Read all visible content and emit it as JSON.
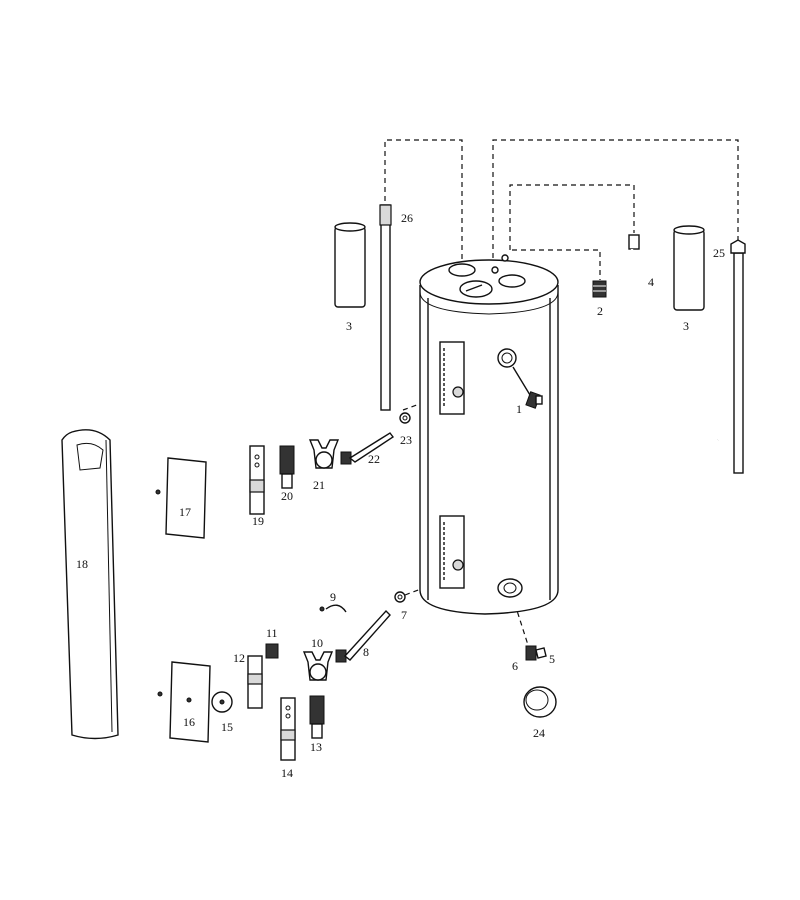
{
  "diagram": {
    "labels": {
      "p1": "1",
      "p2": "2",
      "p3a": "3",
      "p3b": "3",
      "p4": "4",
      "p5": "5",
      "p6": "6",
      "p7": "7",
      "p8": "8",
      "p9": "9",
      "p10": "10",
      "p11": "11",
      "p12": "12",
      "p13": "13",
      "p14": "14",
      "p15": "15",
      "p16": "16",
      "p17": "17",
      "p18": "18",
      "p19": "19",
      "p20": "20",
      "p21": "21",
      "p22": "22",
      "p23": "23",
      "p24": "24",
      "p25": "25",
      "p26": "26"
    }
  }
}
